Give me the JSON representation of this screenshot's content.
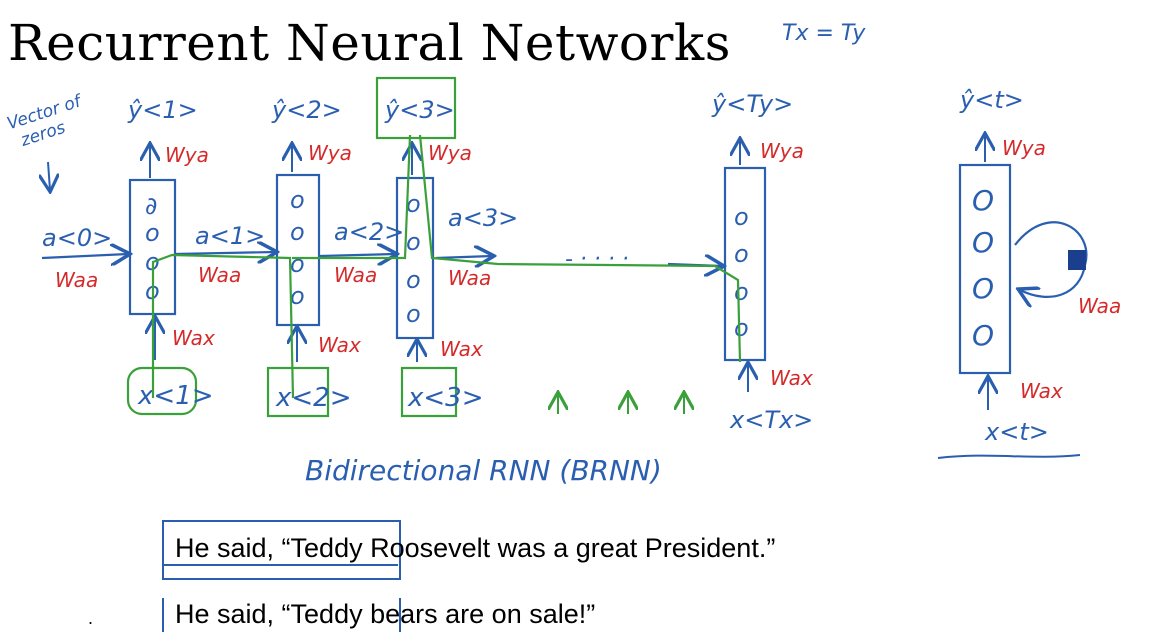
{
  "title": "Recurrent Neural Networks",
  "top_note": "Tx = Ty",
  "side_note": [
    "Vector of",
    "zeros"
  ],
  "init_activation": "a<0>",
  "weights": {
    "waa": "Waa",
    "wya": "Wya",
    "wax": "Wax"
  },
  "colors": {
    "ink_blue": "#2a5fb0",
    "ink_red": "#d42a2a",
    "ink_green": "#3aa03a",
    "text": "#000000"
  },
  "cells": [
    {
      "yhat": "ŷ<1>",
      "x": "x<1>",
      "a_out": "a<1>",
      "nodes": [
        "∂",
        "o",
        "o",
        "o"
      ]
    },
    {
      "yhat": "ŷ<2>",
      "x": "x<2>",
      "a_out": "a<2>",
      "nodes": [
        "o",
        "o",
        "o",
        "o"
      ]
    },
    {
      "yhat": "ŷ<3>",
      "x": "x<3>",
      "a_out": "a<3>",
      "nodes": [
        "o",
        "o",
        "o",
        "o"
      ]
    },
    {
      "yhat": "ŷ<Ty>",
      "x": "x<Tx>",
      "nodes": [
        "o",
        "o",
        "o",
        "o"
      ]
    }
  ],
  "dots": "- · · · ·",
  "caption": "Bidirectional RNN (BRNN)",
  "rolled": {
    "yhat": "ŷ<t>",
    "x": "x<t>",
    "wya": "Wya",
    "wax": "Wax",
    "waa": "Waa",
    "nodes": [
      "O",
      "O",
      "O",
      "O"
    ]
  },
  "sentences": {
    "s1_prefix": "He said, “Teddy",
    "s1_rest": "Roosevelt was a great President.”",
    "s2_prefix": "He said, “Teddy",
    "s2_rest": "bears are on sale!”"
  },
  "bullet": "."
}
